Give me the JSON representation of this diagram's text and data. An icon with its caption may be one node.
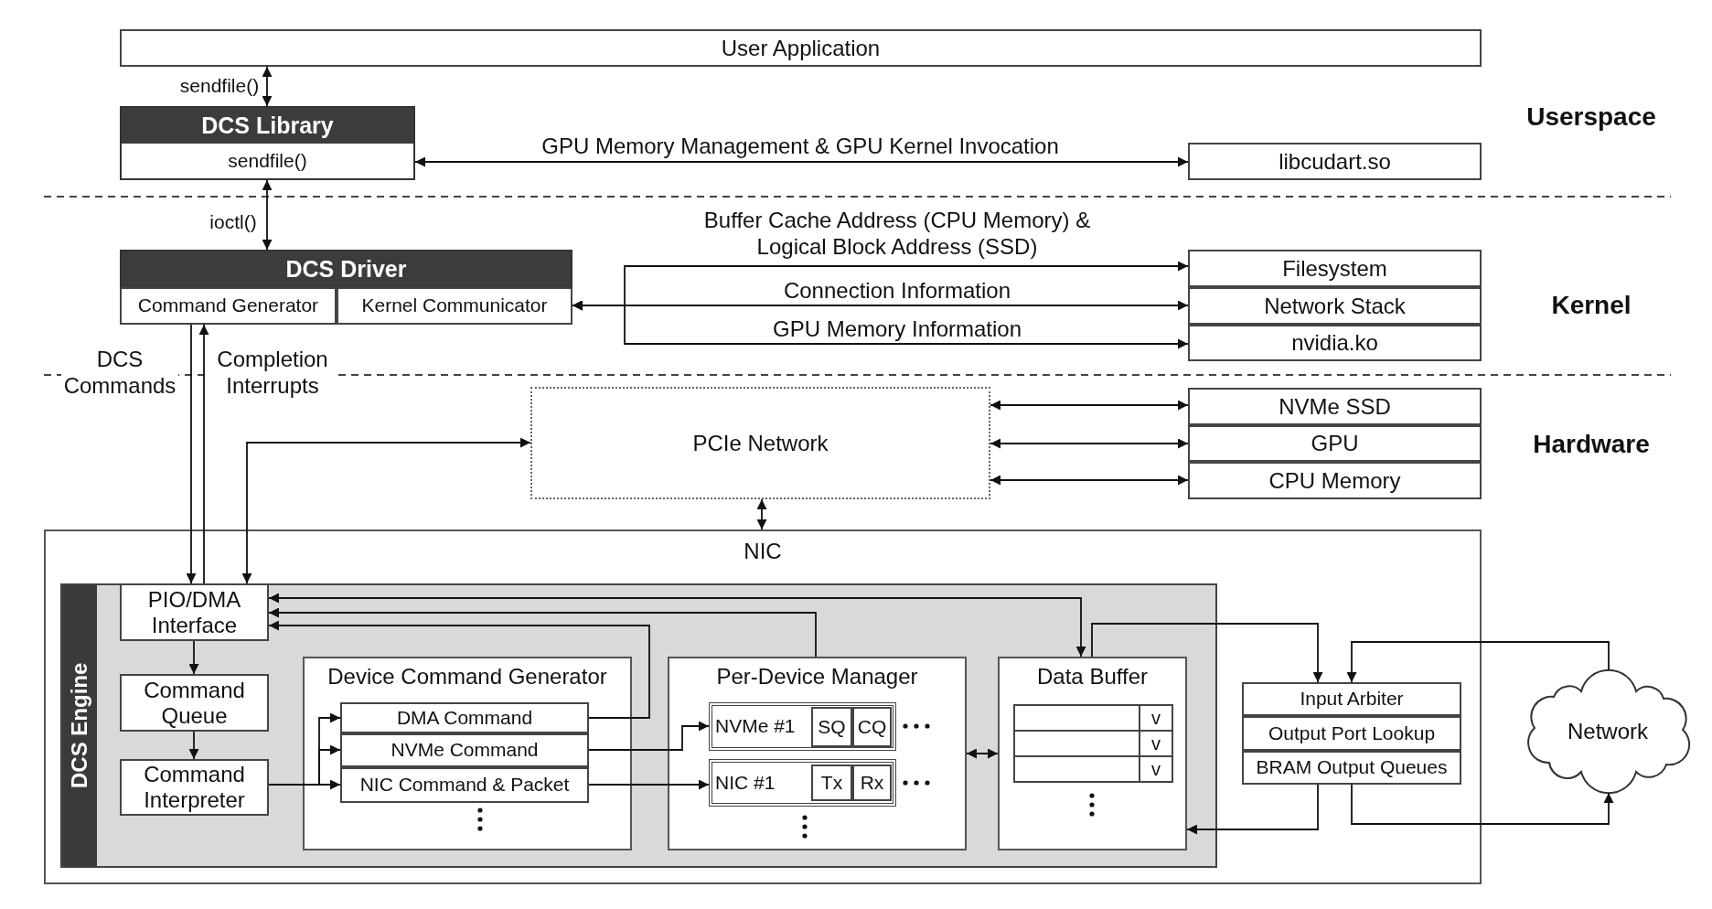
{
  "diagram": {
    "nodes": [
      {
        "text": [
          "User Application"
        ]
      },
      {
        "text": [
          "DCS Library",
          "sendfile()"
        ]
      },
      {
        "text": [
          "libcudart.so"
        ]
      },
      {
        "text": [
          "DCS Driver"
        ]
      },
      {
        "text": [
          "Command Generator"
        ],
        "in": 3
      },
      {
        "text": [
          "Kernel Communicator"
        ],
        "in": 3
      },
      {
        "text": [
          "Filesystem"
        ]
      },
      {
        "text": [
          "Network Stack"
        ]
      },
      {
        "text": [
          "nvidia.ko"
        ]
      },
      {
        "text": [
          "PCIe Network"
        ]
      },
      {
        "text": [
          "NVMe SSD"
        ]
      },
      {
        "text": [
          "GPU"
        ]
      },
      {
        "text": [
          "CPU Memory"
        ]
      },
      {
        "text": [
          "NIC"
        ]
      },
      {
        "text": [
          "DCS Engine"
        ],
        "in": 13
      },
      {
        "text": [
          "PIO/DMA Interface"
        ],
        "in": 14
      },
      {
        "text": [
          "Command Queue"
        ],
        "in": 14
      },
      {
        "text": [
          "Command Interpreter"
        ],
        "in": 14
      },
      {
        "text": [
          "Device Command Generator"
        ],
        "in": 14
      },
      {
        "text": [
          "DMA Command"
        ],
        "in": 18
      },
      {
        "text": [
          "NVMe Command"
        ],
        "in": 18
      },
      {
        "text": [
          "NIC Command & Packet"
        ],
        "in": 18
      },
      {
        "text": [
          "Per-Device Manager"
        ],
        "in": 14
      },
      {
        "text": [
          "NVMe #1"
        ],
        "in": 22
      },
      {
        "text": [
          "SQ"
        ],
        "in": 23
      },
      {
        "text": [
          "CQ"
        ],
        "in": 23
      },
      {
        "text": [
          "NIC #1"
        ],
        "in": 22
      },
      {
        "text": [
          "Tx"
        ],
        "in": 26
      },
      {
        "text": [
          "Rx"
        ],
        "in": 26
      },
      {
        "text": [
          "Data Buffer",
          "v",
          "v",
          "v"
        ],
        "in": 14
      },
      {
        "text": [
          "Input Arbiter"
        ],
        "in": 13
      },
      {
        "text": [
          "Output Port Lookup"
        ],
        "in": 13
      },
      {
        "text": [
          "BRAM Output Queues"
        ],
        "in": 13
      },
      {
        "text": [
          "Network"
        ]
      }
    ],
    "edges": [
      {
        "from": 0,
        "to": 1,
        "arrow": "both",
        "label": "sendfile()"
      },
      {
        "from": 1,
        "to": 3,
        "arrow": "both",
        "label": "ioctl()"
      },
      {
        "from": 1,
        "to": 2,
        "arrow": "both",
        "label": "GPU Memory Management & GPU Kernel Invocation"
      },
      {
        "from": 5,
        "to": 6,
        "arrow": "both",
        "label": "Buffer Cache Address (CPU Memory) & Logical Block Address (SSD)"
      },
      {
        "from": 5,
        "to": 7,
        "arrow": "both",
        "label": "Connection Information"
      },
      {
        "from": 5,
        "to": 8,
        "arrow": "both",
        "label": "GPU Memory Information"
      },
      {
        "from": 4,
        "to": 15,
        "arrow": "to",
        "label": "DCS Commands"
      },
      {
        "from": 15,
        "to": 4,
        "arrow": "to",
        "label": "Completion Interrupts"
      },
      {
        "from": 15,
        "to": 9,
        "arrow": "both"
      },
      {
        "from": 9,
        "to": 10,
        "arrow": "both"
      },
      {
        "from": 9,
        "to": 11,
        "arrow": "both"
      },
      {
        "from": 9,
        "to": 12,
        "arrow": "both"
      },
      {
        "from": 9,
        "to": 13,
        "arrow": "both"
      },
      {
        "from": 15,
        "to": 16,
        "arrow": "to"
      },
      {
        "from": 16,
        "to": 17,
        "arrow": "to"
      },
      {
        "from": 17,
        "to": 19,
        "arrow": "to"
      },
      {
        "from": 17,
        "to": 20,
        "arrow": "to"
      },
      {
        "from": 17,
        "to": 21,
        "arrow": "to"
      },
      {
        "from": 19,
        "to": 15,
        "arrow": "to"
      },
      {
        "from": 20,
        "to": 23,
        "arrow": "to"
      },
      {
        "from": 21,
        "to": 26,
        "arrow": "to"
      },
      {
        "from": 22,
        "to": 15,
        "arrow": "to"
      },
      {
        "from": 15,
        "to": 29,
        "arrow": "both"
      },
      {
        "from": 22,
        "to": 29,
        "arrow": "both"
      },
      {
        "from": 29,
        "to": 30,
        "arrow": "to"
      },
      {
        "from": 33,
        "to": 30,
        "arrow": "to"
      },
      {
        "from": 32,
        "to": 29,
        "arrow": "to"
      },
      {
        "from": 32,
        "to": 33,
        "arrow": "to"
      }
    ],
    "labels": [
      "Userspace",
      "Kernel",
      "Hardware"
    ]
  }
}
